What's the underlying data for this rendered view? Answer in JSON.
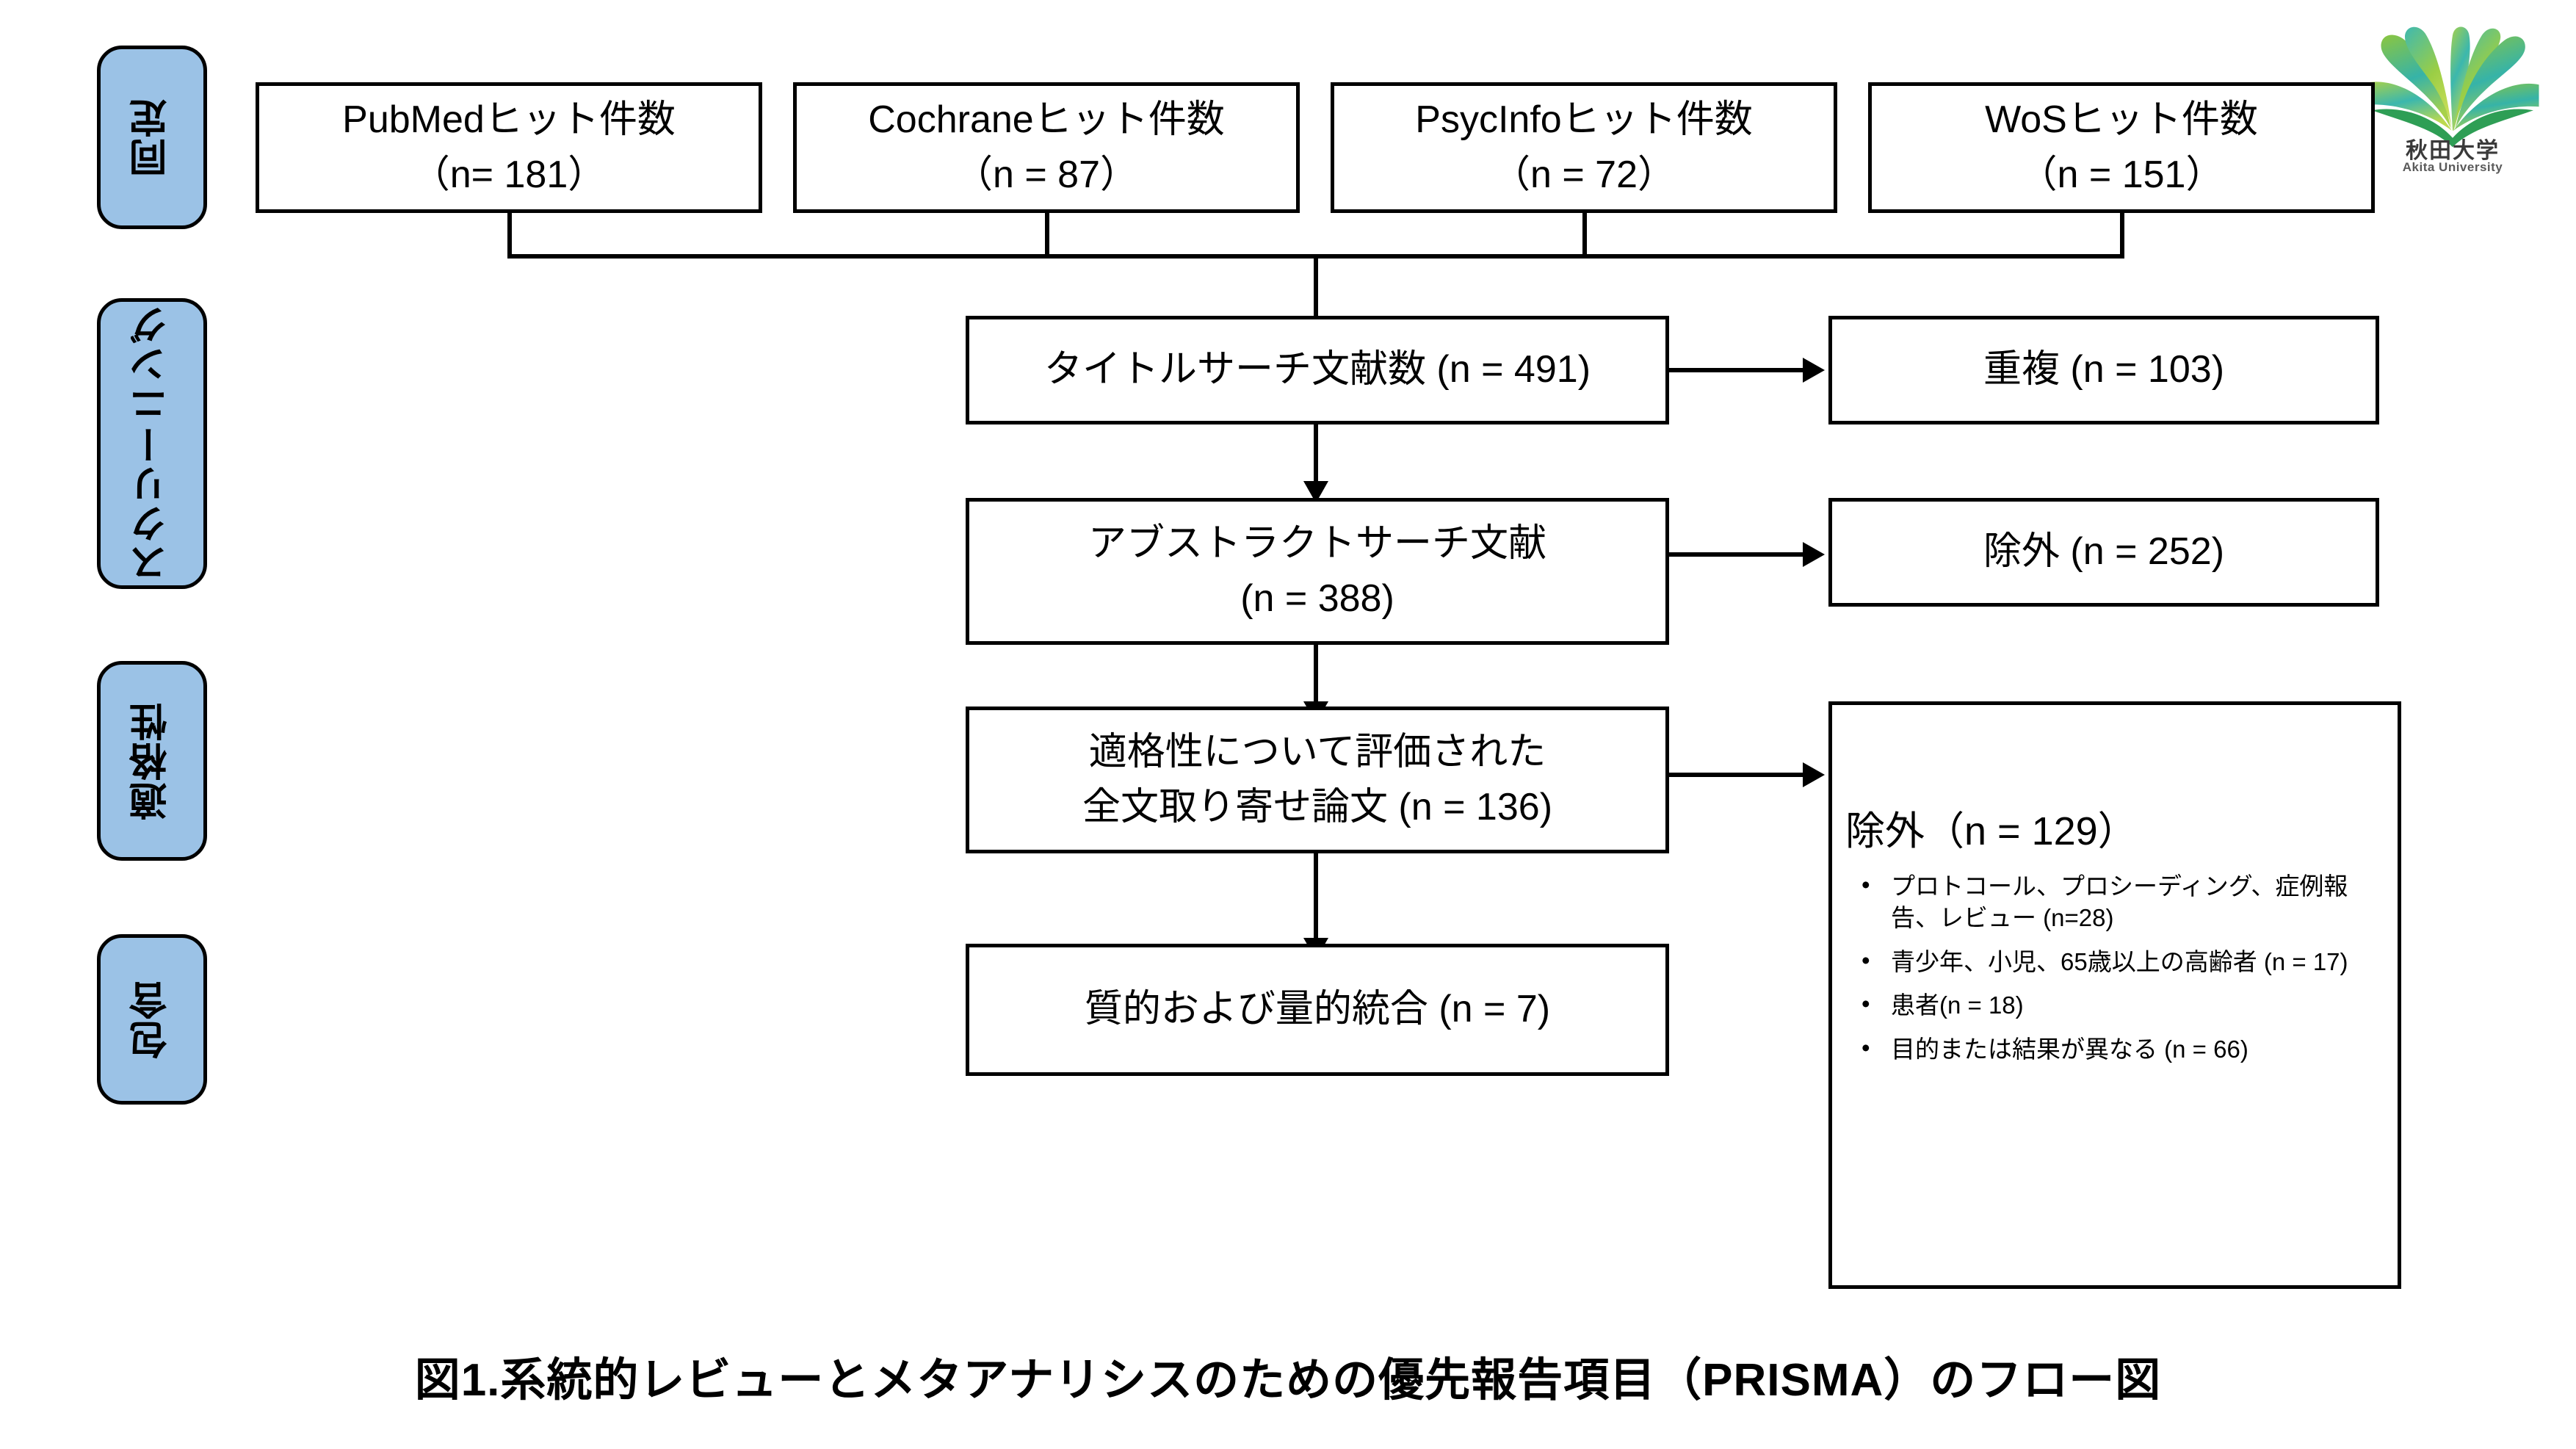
{
  "figure": {
    "caption": "図1.系統的レビューとメタアナリシスのための優先報告項目（PRISMA）のフロー図"
  },
  "logo": {
    "name": "秋田大学",
    "subtitle": "Akita University",
    "icon": "open-book-logo"
  },
  "phases": [
    {
      "id": "identification",
      "label": "同定"
    },
    {
      "id": "screening",
      "label": "スクリーニング"
    },
    {
      "id": "eligibility",
      "label": "適格性"
    },
    {
      "id": "included",
      "label": "包含"
    }
  ],
  "sources": [
    {
      "id": "pubmed",
      "line1": "PubMedヒット件数",
      "line2": "（n= 181）"
    },
    {
      "id": "cochrane",
      "line1": "Cochraneヒット件数",
      "line2": "（n = 87）"
    },
    {
      "id": "psycinfo",
      "line1": "PsycInfoヒット件数",
      "line2": "（n = 72）"
    },
    {
      "id": "wos",
      "line1": "WoSヒット件数",
      "line2": "（n = 151）"
    }
  ],
  "flow": {
    "title_search": {
      "line1": "タイトルサーチ文献数 (n = 491)"
    },
    "duplicates": {
      "line1": "重複 (n = 103)"
    },
    "abstract_search": {
      "line1": "アブストラクトサーチ文献",
      "line2": "(n = 388)"
    },
    "excluded_abstract": {
      "line1": "除外 (n = 252)"
    },
    "full_text": {
      "line1": "適格性について評価された",
      "line2": "全文取り寄せ論文 (n = 136)"
    },
    "synthesis": {
      "line1": "質的および量的統合 (n = 7)"
    }
  },
  "excluded_detail": {
    "title": "除外（n = 129）",
    "reasons": [
      "プロトコール、プロシーディング、症例報告、レビュー (n=28)",
      "青少年、小児、65歳以上の高齢者 (n = 17)",
      "患者(n = 18)",
      "目的または結果が異なる (n = 66)"
    ]
  },
  "colors": {
    "phase_fill": "#9BC2E6",
    "stroke": "#000000",
    "background": "#ffffff"
  }
}
